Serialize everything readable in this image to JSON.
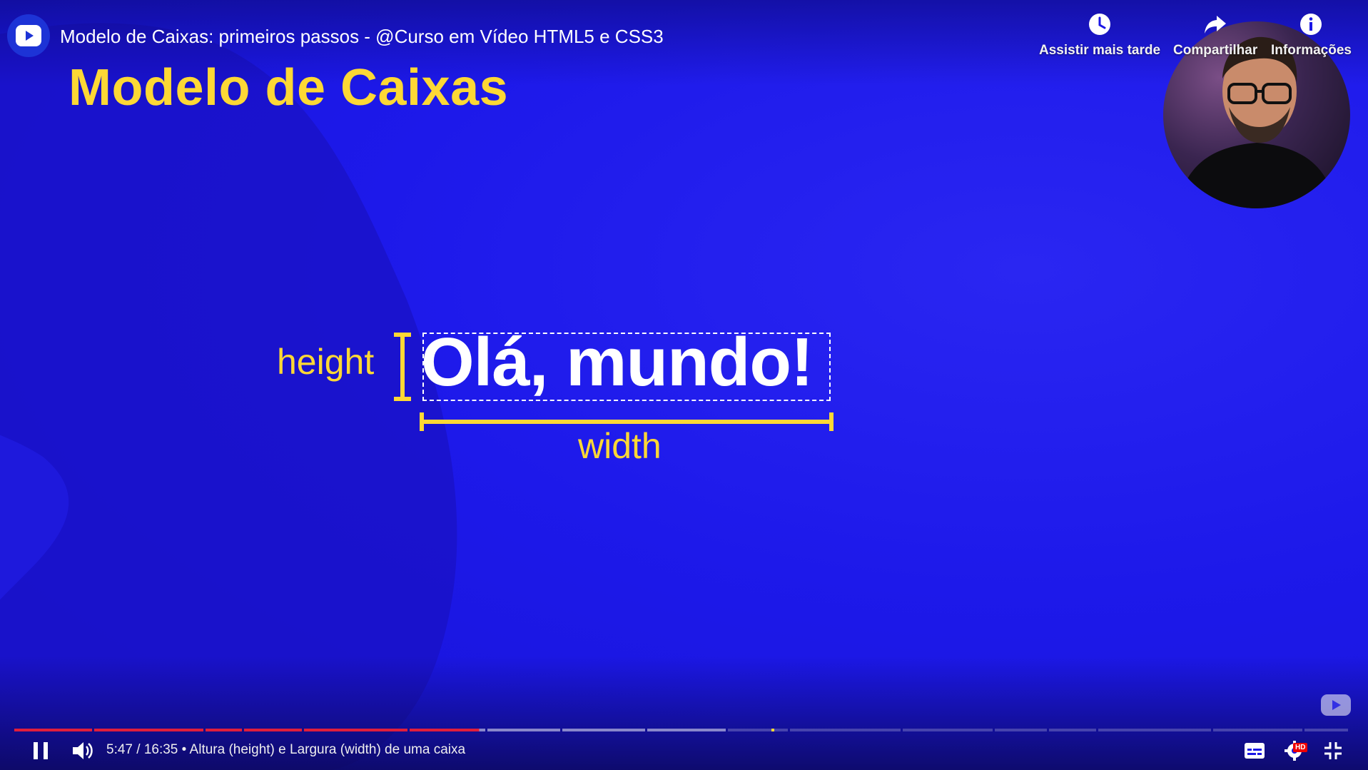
{
  "player": {
    "title": "Modelo de Caixas: primeiros passos - @Curso em Vídeo HTML5 e CSS3",
    "actions": {
      "watch_later": "Assistir mais tarde",
      "share": "Compartilhar",
      "info": "Informações"
    },
    "time": {
      "current": "5:47",
      "separator": " / ",
      "duration": "16:35",
      "chapter_separator": " • ",
      "chapter": "Altura (height) e Largura (width) de uma caixa"
    },
    "progress": {
      "played_fraction": 0.348,
      "buffered_fraction": 0.485
    },
    "quality_badge": "HD",
    "colors": {
      "accent": "#e01e3c",
      "slide_yellow": "#fdd835",
      "background": "#1a16e6"
    },
    "icons": [
      "channel-logo-icon",
      "clock-icon",
      "share-arrow-icon",
      "info-icon",
      "pause-icon",
      "volume-icon",
      "subtitles-icon",
      "settings-icon",
      "exit-fullscreen-icon"
    ]
  },
  "slide": {
    "heading": "Modelo de Caixas",
    "height_label": "height",
    "sample_text": "Olá, mundo!",
    "width_label": "width"
  }
}
